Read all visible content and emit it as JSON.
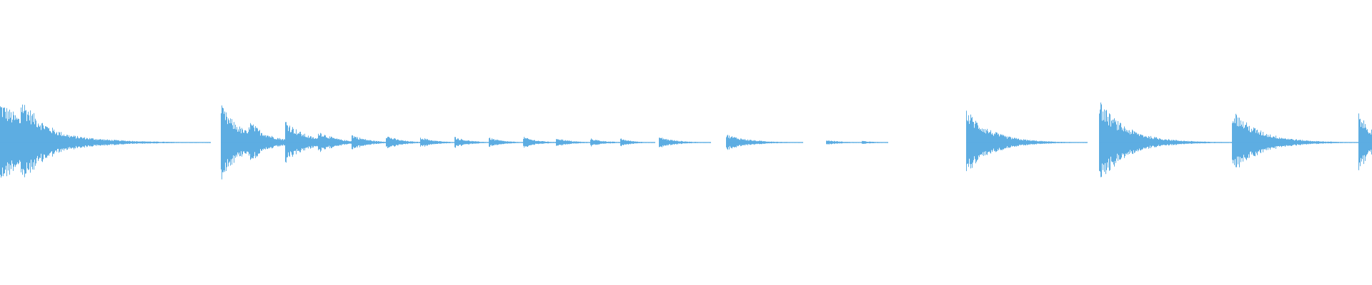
{
  "waveform": {
    "color": "#5dade2",
    "background": "#ffffff",
    "duration_unit": "relative",
    "events": [
      {
        "t": 0.0,
        "amp": 0.5,
        "decay": 0.03,
        "gap_after": 0.0
      },
      {
        "t": 0.015,
        "amp": 0.55,
        "decay": 0.02,
        "gap_after": 0.0
      },
      {
        "t": 0.022,
        "amp": 0.35,
        "decay": 0.018,
        "gap_after": 0.0
      },
      {
        "t": 0.161,
        "amp": 0.45,
        "decay": 0.016,
        "gap_after": 0.0
      },
      {
        "t": 0.181,
        "amp": 0.27,
        "decay": 0.014,
        "gap_after": 0.0
      },
      {
        "t": 0.208,
        "amp": 0.28,
        "decay": 0.014,
        "gap_after": 0.0
      },
      {
        "t": 0.232,
        "amp": 0.15,
        "decay": 0.012,
        "gap_after": 0.0
      },
      {
        "t": 0.256,
        "amp": 0.1,
        "decay": 0.011,
        "gap_after": 0.0
      },
      {
        "t": 0.281,
        "amp": 0.09,
        "decay": 0.01,
        "gap_after": 0.0
      },
      {
        "t": 0.306,
        "amp": 0.07,
        "decay": 0.01,
        "gap_after": 0.0
      },
      {
        "t": 0.331,
        "amp": 0.07,
        "decay": 0.01,
        "gap_after": 0.0
      },
      {
        "t": 0.356,
        "amp": 0.06,
        "decay": 0.01,
        "gap_after": 0.0
      },
      {
        "t": 0.381,
        "amp": 0.07,
        "decay": 0.01,
        "gap_after": 0.0
      },
      {
        "t": 0.405,
        "amp": 0.06,
        "decay": 0.01,
        "gap_after": 0.0
      },
      {
        "t": 0.43,
        "amp": 0.05,
        "decay": 0.01,
        "gap_after": 0.0
      },
      {
        "t": 0.452,
        "amp": 0.05,
        "decay": 0.009,
        "gap_after": 0.0
      },
      {
        "t": 0.48,
        "amp": 0.07,
        "decay": 0.012,
        "gap_after": 0.0
      },
      {
        "t": 0.529,
        "amp": 0.1,
        "decay": 0.016,
        "gap_after": 0.0
      },
      {
        "t": 0.602,
        "amp": 0.03,
        "decay": 0.012,
        "gap_after": 0.0
      },
      {
        "t": 0.628,
        "amp": 0.02,
        "decay": 0.01,
        "gap_after": 0.0
      },
      {
        "t": 0.704,
        "amp": 0.4,
        "decay": 0.018,
        "gap_after": 0.0
      },
      {
        "t": 0.801,
        "amp": 0.5,
        "decay": 0.02,
        "gap_after": 0.0
      },
      {
        "t": 0.898,
        "amp": 0.4,
        "decay": 0.02,
        "gap_after": 0.0
      },
      {
        "t": 0.99,
        "amp": 0.35,
        "decay": 0.012,
        "gap_after": 0.0
      }
    ]
  }
}
